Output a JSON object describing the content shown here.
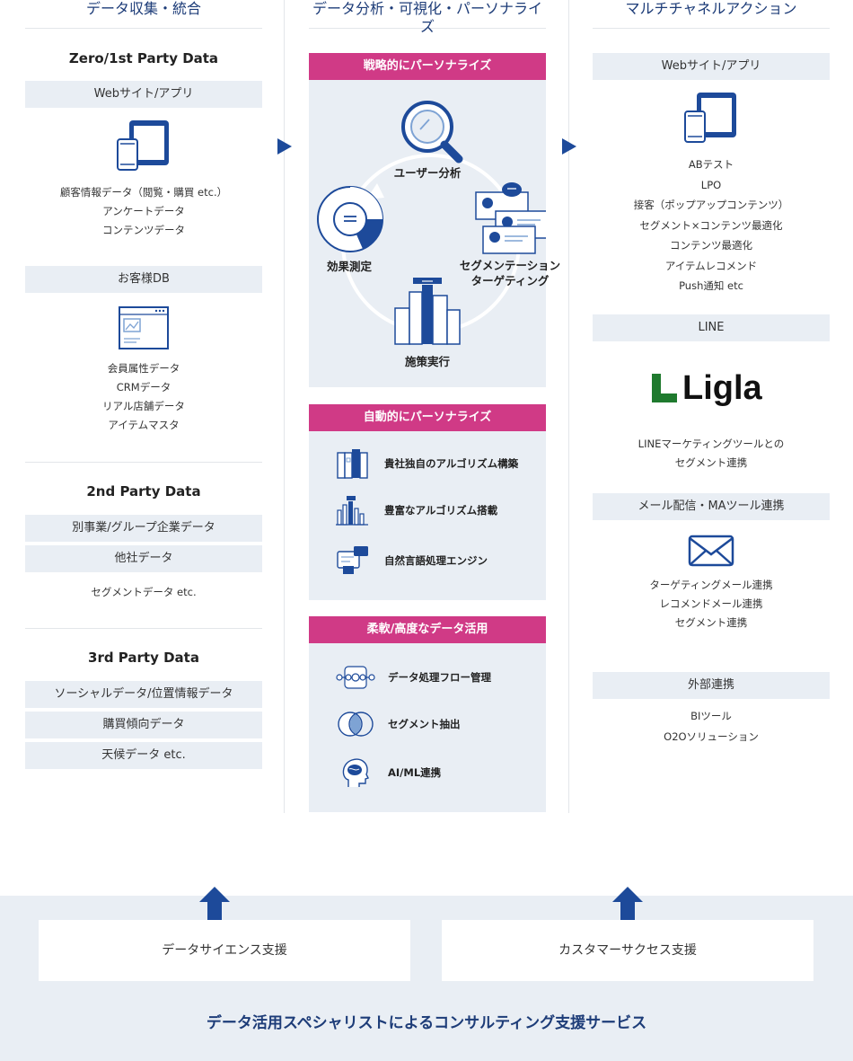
{
  "columns": {
    "left": {
      "title": "データ収集・統合"
    },
    "middle": {
      "title": "データ分析・可視化・パーソナライズ"
    },
    "right": {
      "title": "マルチチャネルアクション"
    }
  },
  "left": {
    "zero_party": {
      "heading": "Zero/1st Party Data",
      "web_pill": "Webサイト/アプリ",
      "web_items": [
        "顧客情報データ（閲覧・購買 etc.）",
        "アンケートデータ",
        "コンテンツデータ"
      ],
      "db_pill": "お客様DB",
      "db_items": [
        "会員属性データ",
        "CRMデータ",
        "リアル店舗データ",
        "アイテムマスタ"
      ]
    },
    "second_party": {
      "heading": "2nd Party Data",
      "pills": [
        "別事業/グループ企業データ",
        "他社データ"
      ],
      "note": "セグメントデータ etc."
    },
    "third_party": {
      "heading": "3rd Party Data",
      "pills": [
        "ソーシャルデータ/位置情報データ",
        "購買傾向データ",
        "天候データ etc."
      ]
    }
  },
  "middle": {
    "strategic": {
      "title": "戦略的にパーソナライズ",
      "cycle": {
        "analysis": "ユーザー分析",
        "segmentation_line1": "セグメンテーション",
        "segmentation_line2": "ターゲティング",
        "execution": "施策実行",
        "measurement": "効果測定"
      }
    },
    "automatic": {
      "title": "自動的にパーソナライズ",
      "items": [
        "貴社独自のアルゴリズム構築",
        "豊富なアルゴリズム搭載",
        "自然言語処理エンジン"
      ]
    },
    "flexible": {
      "title": "柔軟/高度なデータ活用",
      "items": [
        "データ処理フロー管理",
        "セグメント抽出",
        "AI/ML連携"
      ]
    }
  },
  "right": {
    "web": {
      "pill": "Webサイト/アプリ",
      "items": [
        "ABテスト",
        "LPO",
        "接客（ポップアップコンテンツ）",
        "セグメント×コンテンツ最適化",
        "コンテンツ最適化",
        "アイテムレコメンド",
        "Push通知 etc"
      ]
    },
    "line": {
      "pill": "LINE",
      "logo_text": "Ligla",
      "items": [
        "LINEマーケティングツールとの",
        "セグメント連携"
      ]
    },
    "mail": {
      "pill": "メール配信・MAツール連携",
      "items": [
        "ターゲティングメール連携",
        "レコメンドメール連携",
        "セグメント連携"
      ]
    },
    "external": {
      "pill": "外部連携",
      "items": [
        "BIツール",
        "O2Oソリューション"
      ]
    }
  },
  "support": {
    "boxes": [
      "データサイエンス支援",
      "カスタマーサクセス支援"
    ],
    "footer": "データ活用スペシャリストによるコンサルティング支援サービス"
  },
  "colors": {
    "navy": "#1d4a9a",
    "pink": "#d03a86",
    "panel": "#e9eef4",
    "logo_green": "#1f7a2e"
  }
}
